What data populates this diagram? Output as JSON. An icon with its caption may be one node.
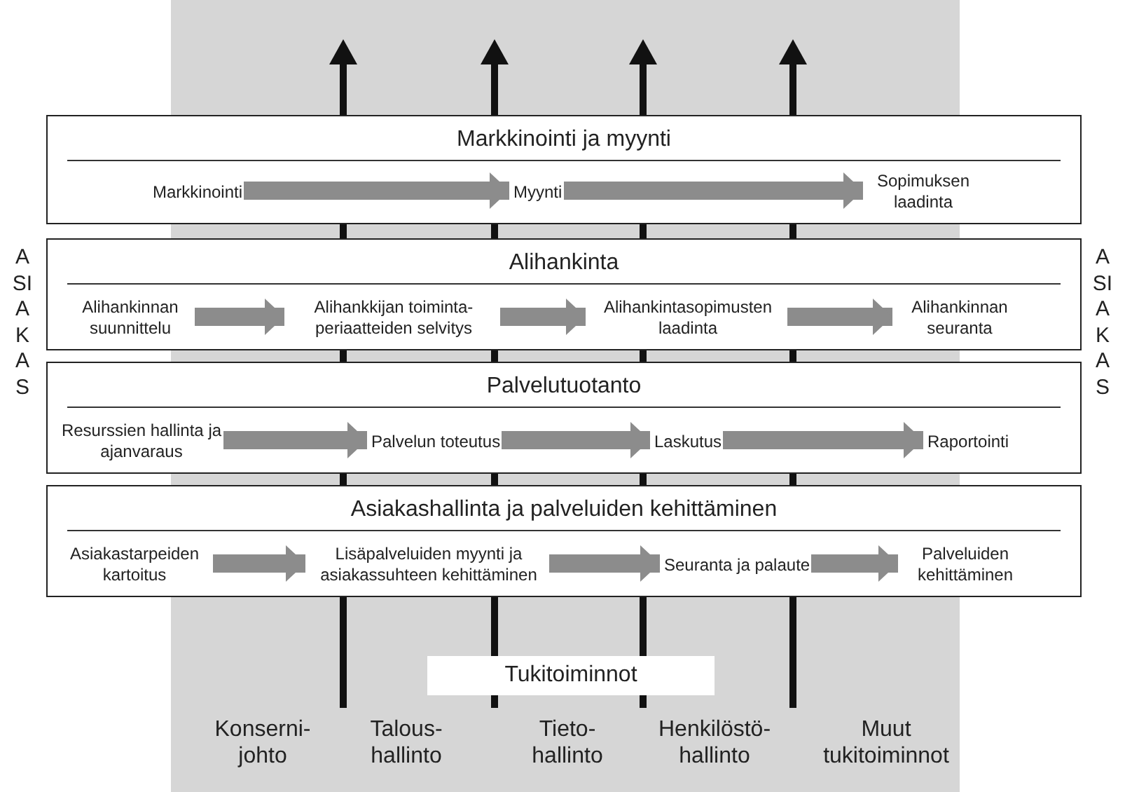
{
  "diagram": {
    "nodes": [
      {
        "text": [
          "Markkinointi ja myynti"
        ]
      },
      {
        "text": [
          "Markkinointi"
        ],
        "in": 0
      },
      {
        "text": [
          "Myynti"
        ],
        "in": 0
      },
      {
        "text": [
          "Sopimuksen laadinta"
        ],
        "in": 0
      },
      {
        "text": [
          "Alihankinta"
        ]
      },
      {
        "text": [
          "Alihankinnan suunnittelu"
        ],
        "in": 4
      },
      {
        "text": [
          "Alihankkijan toiminta- periaatteiden selvitys"
        ],
        "in": 4
      },
      {
        "text": [
          "Alihankintasopimusten laadinta"
        ],
        "in": 4
      },
      {
        "text": [
          "Alihankinnan seuranta"
        ],
        "in": 4
      },
      {
        "text": [
          "Palvelutuotanto"
        ]
      },
      {
        "text": [
          "Resurssien hallinta ja ajanvaraus"
        ],
        "in": 9
      },
      {
        "text": [
          "Palvelun toteutus"
        ],
        "in": 9
      },
      {
        "text": [
          "Laskutus"
        ],
        "in": 9
      },
      {
        "text": [
          "Raportointi"
        ],
        "in": 9
      },
      {
        "text": [
          "Asiakashallinta ja palveluiden kehittäminen"
        ]
      },
      {
        "text": [
          "Asiakastarpeiden kartoitus"
        ],
        "in": 14
      },
      {
        "text": [
          "Lisäpalveluiden myynti ja asiakassuhteen kehittäminen"
        ],
        "in": 14
      },
      {
        "text": [
          "Seuranta ja palaute"
        ],
        "in": 14
      },
      {
        "text": [
          "Palveluiden kehittäminen"
        ],
        "in": 14
      },
      {
        "text": [
          "Tukitoiminnot"
        ]
      }
    ],
    "edges": [
      {
        "from": 1,
        "to": 2,
        "arrow": "to"
      },
      {
        "from": 2,
        "to": 3,
        "arrow": "to"
      },
      {
        "from": 5,
        "to": 6,
        "arrow": "to"
      },
      {
        "from": 6,
        "to": 7,
        "arrow": "to"
      },
      {
        "from": 7,
        "to": 8,
        "arrow": "to"
      },
      {
        "from": 10,
        "to": 11,
        "arrow": "to"
      },
      {
        "from": 11,
        "to": 12,
        "arrow": "to"
      },
      {
        "from": 12,
        "to": 13,
        "arrow": "to"
      },
      {
        "from": 15,
        "to": 16,
        "arrow": "to"
      },
      {
        "from": 16,
        "to": 17,
        "arrow": "to"
      },
      {
        "from": 17,
        "to": 18,
        "arrow": "to"
      }
    ],
    "labels": [
      "ASIAKAS",
      "ASIAKAS",
      "Konserni- johto",
      "Talous- hallinto",
      "Tieto- hallinto",
      "Henkilöstö- hallinto",
      "Muut tukitoiminnot"
    ]
  }
}
